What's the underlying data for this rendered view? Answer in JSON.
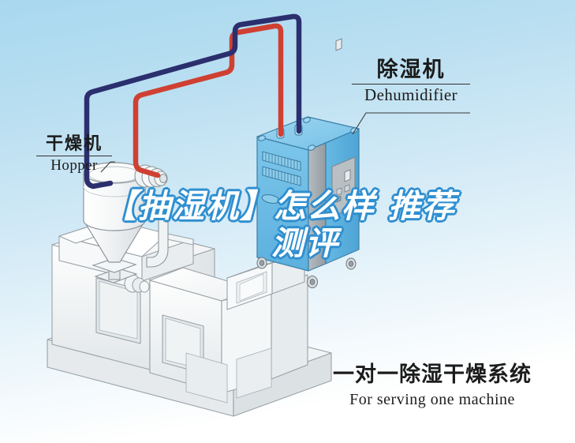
{
  "background": {
    "gradient_top": "#a8d8ef",
    "gradient_bottom": "#ffffff"
  },
  "labels": {
    "dehumidifier": {
      "cn": "除湿机",
      "en": "Dehumidifier"
    },
    "hopper": {
      "cn": "干燥机",
      "en": "Hopper"
    }
  },
  "caption": {
    "cn": "一对一除湿干燥系统",
    "en": "For serving one machine"
  },
  "watermark": {
    "line1": "【抽湿机】怎么样 推荐",
    "line2": "测评",
    "fill": "#ffffff",
    "outline": "#2f8fd0"
  },
  "diagram": {
    "equipment": [
      {
        "name": "dehumidifier",
        "cn": "除湿机",
        "en": "Dehumidifier",
        "body_color": "#6cbbe4",
        "panel_color": "#9aa3a8",
        "features": [
          "vent-louvers",
          "control-panel",
          "digital-display",
          "casters",
          "pipe-ports"
        ]
      },
      {
        "name": "hopper",
        "cn": "干燥机",
        "en": "Hopper",
        "body_color": "#f2f4f5",
        "features": [
          "cylinder",
          "cone-bottom",
          "blower-housing",
          "discharge-valve"
        ]
      },
      {
        "name": "injection-molding-machine",
        "body_color": "#f3f5f6",
        "features": [
          "clamp-unit",
          "control-cabinet",
          "access-panels",
          "base-frame"
        ]
      }
    ],
    "pipes": [
      {
        "name": "return-air-pipe",
        "color": "#2b2f6e",
        "from": "dehumidifier",
        "to": "hopper"
      },
      {
        "name": "supply-air-pipe",
        "color": "#cf4032",
        "from": "dehumidifier",
        "to": "hopper-blower"
      }
    ]
  }
}
